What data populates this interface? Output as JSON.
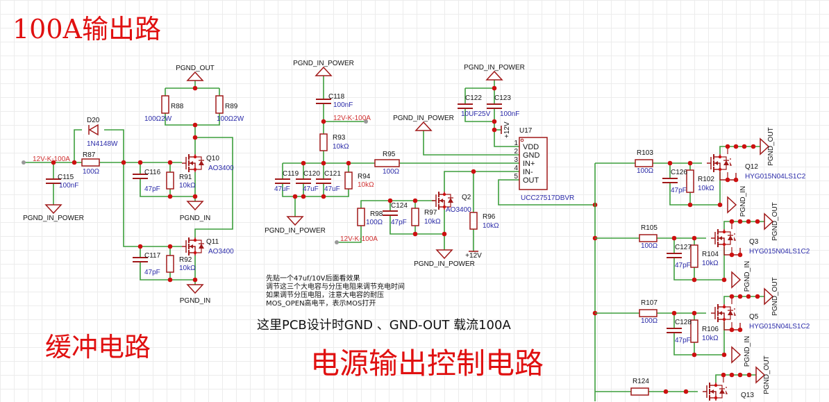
{
  "headings": {
    "title": "100A输出路",
    "snubber": "缓冲电路",
    "control": "电源输出控制电路"
  },
  "notes": [
    "先贴一个47uf/10V后面看效果",
    "调节这三个大电容与分压电阻来调节充电时间",
    "如果调节分压电阻，注意大电容的耐压",
    "MOS_OPEN高电平，表示MOS打开"
  ],
  "pcb_note": "这里PCB设计时GND 、GND-OUT 载流100A",
  "nets": {
    "pgnd_out": "PGND_OUT",
    "pgnd_in": "PGND_IN",
    "pgnd_in_power": "PGND_IN_POWER",
    "v12k": "12V-K-100A",
    "p12v": "+12V"
  },
  "left": {
    "R88": {
      "ref": "R88",
      "value": "100Ω2W"
    },
    "R89": {
      "ref": "R89",
      "value": "100Ω2W"
    },
    "D20": {
      "ref": "D20",
      "value": "1N4148W"
    },
    "R87": {
      "ref": "R87",
      "value": "100Ω"
    },
    "C115": {
      "ref": "C115",
      "value": "100nF"
    },
    "C116": {
      "ref": "C116",
      "value": "47pF"
    },
    "R91": {
      "ref": "R91",
      "value": "10kΩ"
    },
    "Q10": {
      "ref": "Q10",
      "value": "AO3400"
    },
    "C117": {
      "ref": "C117",
      "value": "47pF"
    },
    "R92": {
      "ref": "R92",
      "value": "10kΩ"
    },
    "Q11": {
      "ref": "Q11",
      "value": "AO3400"
    }
  },
  "middle": {
    "C118": {
      "ref": "C118",
      "value": "100nF"
    },
    "R93": {
      "ref": "R93",
      "value": "10kΩ"
    },
    "R95": {
      "ref": "R95",
      "value": "100Ω"
    },
    "C119": {
      "ref": "C119",
      "value": "47uF"
    },
    "C120": {
      "ref": "C120",
      "value": "47uF"
    },
    "C121": {
      "ref": "C121",
      "value": "47uF"
    },
    "R94": {
      "ref": "R94",
      "value": "10kΩ"
    },
    "C122": {
      "ref": "C122",
      "value": "10UF25V"
    },
    "C123": {
      "ref": "C123",
      "value": "100nF"
    },
    "Q2": {
      "ref": "Q2",
      "value": "AO3400"
    },
    "R98": {
      "ref": "R98",
      "value": "100Ω"
    },
    "C124": {
      "ref": "C124",
      "value": "47pF"
    },
    "R97": {
      "ref": "R97",
      "value": "10kΩ"
    },
    "R96": {
      "ref": "R96",
      "value": "10kΩ"
    }
  },
  "u17": {
    "ref": "U17",
    "part": "UCC27517DBVR",
    "pins": [
      {
        "num": "1",
        "name": "VDD"
      },
      {
        "num": "2",
        "name": "GND"
      },
      {
        "num": "3",
        "name": "IN+"
      },
      {
        "num": "4",
        "name": "IN-"
      },
      {
        "num": "5",
        "name": "OUT"
      }
    ]
  },
  "right_rows": [
    {
      "r_gate": "R103",
      "r_gate_value": "100Ω",
      "cap": "C126",
      "cap_value": "47pF",
      "r_pd": "R102",
      "r_pd_value": "10kΩ",
      "q": "Q12",
      "q_value": "HYG015N04LS1C2"
    },
    {
      "r_gate": "R105",
      "r_gate_value": "100Ω",
      "cap": "C127",
      "cap_value": "47pF",
      "r_pd": "R104",
      "r_pd_value": "10kΩ",
      "q": "Q3",
      "q_value": "HYG015N04LS1C2"
    },
    {
      "r_gate": "R107",
      "r_gate_value": "100Ω",
      "cap": "C128",
      "cap_value": "47pF",
      "r_pd": "R106",
      "r_pd_value": "10kΩ",
      "q": "Q5",
      "q_value": "HYG015N04LS1C2"
    },
    {
      "r_gate": "R124",
      "q": "Q13"
    }
  ],
  "colors": {
    "wire": "#3c9e3c",
    "component": "#a01818",
    "junction": "#cc1010",
    "value_text": "#2a2aa8",
    "net_red": "#d03030",
    "heading": "#e01010"
  }
}
